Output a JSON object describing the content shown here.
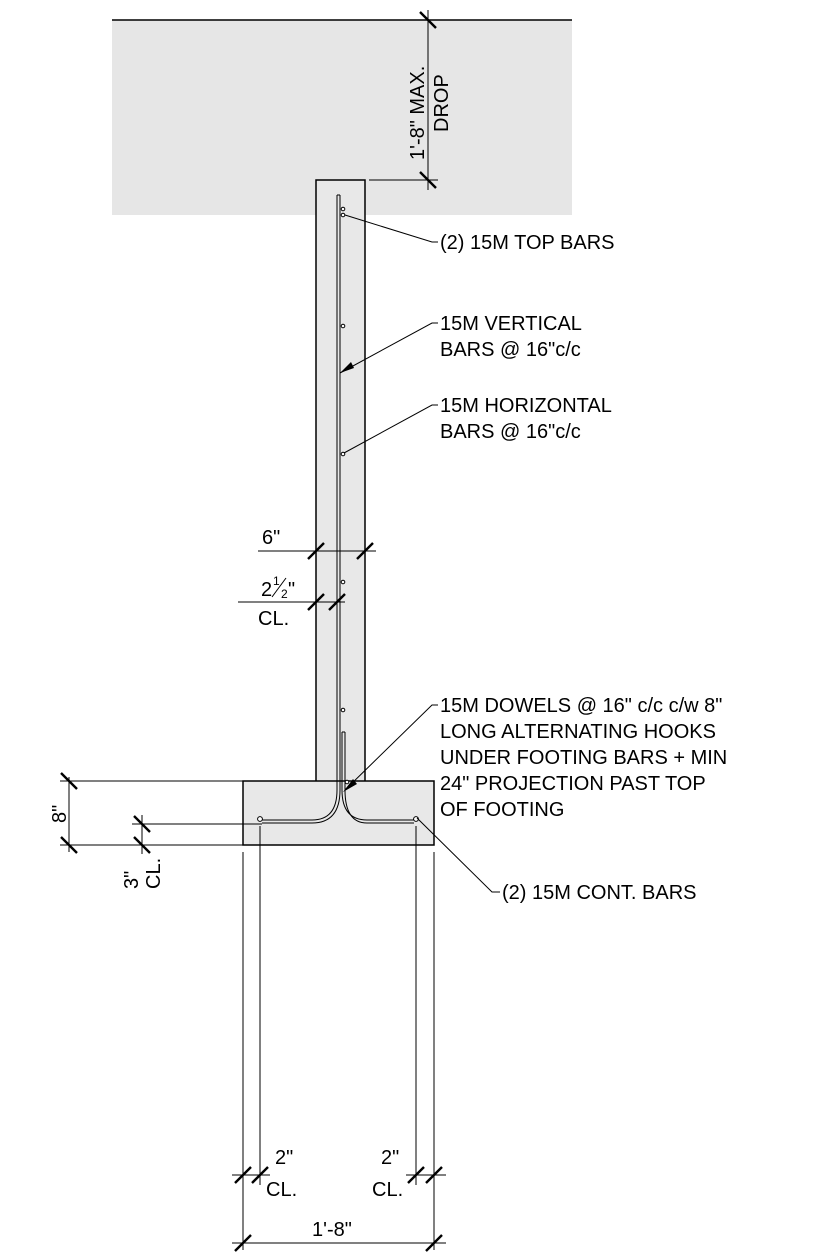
{
  "labels": {
    "max_drop_line1": "1'-8\" MAX.",
    "max_drop_line2": "DROP",
    "top_bars": "(2) 15M TOP BARS",
    "vertical_bars_line1": "15M VERTICAL",
    "vertical_bars_line2": "BARS @ 16\"c/c",
    "horizontal_bars_line1": "15M HORIZONTAL",
    "horizontal_bars_line2": "BARS @ 16\"c/c",
    "wall_thickness": "6\"",
    "wall_cover_whole": "2",
    "wall_cover_num": "1",
    "wall_cover_den": "2",
    "wall_cover_unit": "\"",
    "wall_cover_cl": "CL.",
    "dowels_line1": "15M DOWELS @ 16\" c/c c/w 8\"",
    "dowels_line2": "LONG ALTERNATING HOOKS",
    "dowels_line3": "UNDER FOOTING BARS + MIN",
    "dowels_line4": "24\" PROJECTION PAST TOP",
    "dowels_line5": "OF FOOTING",
    "cont_bars": "(2) 15M CONT. BARS",
    "footing_depth": "8\"",
    "footing_cover_value": "3\"",
    "footing_cover_cl": "CL.",
    "left_cover_value": "2\"",
    "left_cover_cl": "CL.",
    "right_cover_value": "2\"",
    "right_cover_cl": "CL.",
    "footing_width": "1'-8\""
  },
  "colors": {
    "concrete_fill": "#e8e8e8",
    "line": "#000000",
    "background": "#ffffff"
  }
}
